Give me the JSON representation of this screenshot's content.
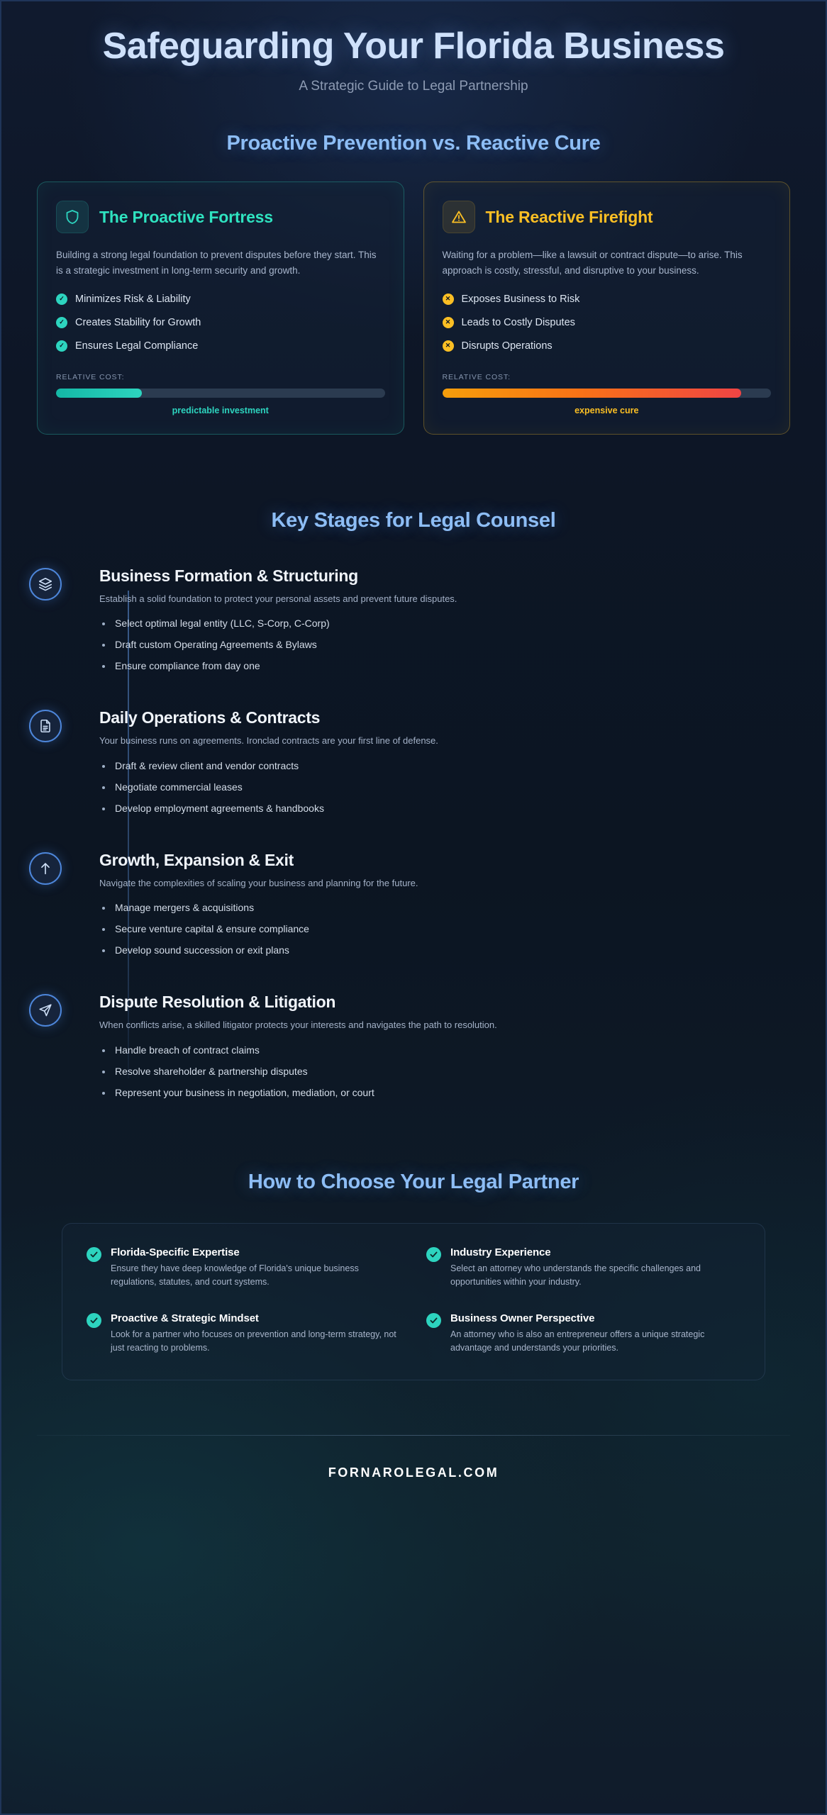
{
  "header": {
    "title": "Safeguarding Your Florida Business",
    "subtitle": "A Strategic Guide to Legal Partnership"
  },
  "comparison": {
    "heading": "Proactive Prevention vs. Reactive Cure",
    "cost_label": "RELATIVE COST:",
    "proactive": {
      "icon": "shield-icon",
      "title": "The Proactive Fortress",
      "description": "Building a strong legal foundation to prevent disputes before they start. This is a strategic investment in long-term security and growth.",
      "points": [
        "Minimizes Risk & Liability",
        "Creates Stability for Growth",
        "Ensures Legal Compliance"
      ],
      "cost_percent": 26,
      "cost_note": "predictable investment",
      "accent": "#2dd4bf"
    },
    "reactive": {
      "icon": "warning-triangle-icon",
      "title": "The Reactive Firefight",
      "description": "Waiting for a problem—like a lawsuit or contract dispute—to arise. This approach is costly, stressful, and disruptive to your business.",
      "points": [
        "Exposes Business to Risk",
        "Leads to Costly Disputes",
        "Disrupts Operations"
      ],
      "cost_percent": 91,
      "cost_note": "expensive cure",
      "accent": "#fbbf24"
    }
  },
  "stages": {
    "heading": "Key Stages for Legal Counsel",
    "items": [
      {
        "icon": "layers-icon",
        "title": "Business Formation & Structuring",
        "description": "Establish a solid foundation to protect your personal assets and prevent future disputes.",
        "bullets": [
          "Select optimal legal entity (LLC, S-Corp, C-Corp)",
          "Draft custom Operating Agreements & Bylaws",
          "Ensure compliance from day one"
        ]
      },
      {
        "icon": "document-icon",
        "title": "Daily Operations & Contracts",
        "description": "Your business runs on agreements. Ironclad contracts are your first line of defense.",
        "bullets": [
          "Draft & review client and vendor contracts",
          "Negotiate commercial leases",
          "Develop employment agreements & handbooks"
        ]
      },
      {
        "icon": "arrow-up-icon",
        "title": "Growth, Expansion & Exit",
        "description": "Navigate the complexities of scaling your business and planning for the future.",
        "bullets": [
          "Manage mergers & acquisitions",
          "Secure venture capital & ensure compliance",
          "Develop sound succession or exit plans"
        ]
      },
      {
        "icon": "send-icon",
        "title": "Dispute Resolution & Litigation",
        "description": "When conflicts arise, a skilled litigator protects your interests and navigates the path to resolution.",
        "bullets": [
          "Handle breach of contract claims",
          "Resolve shareholder & partnership disputes",
          "Represent your business in negotiation, mediation, or court"
        ]
      }
    ]
  },
  "choose": {
    "heading": "How to Choose Your Legal Partner",
    "items": [
      {
        "title": "Florida-Specific Expertise",
        "description": "Ensure they have deep knowledge of Florida's unique business regulations, statutes, and court systems."
      },
      {
        "title": "Industry Experience",
        "description": "Select an attorney who understands the specific challenges and opportunities within your industry."
      },
      {
        "title": "Proactive & Strategic Mindset",
        "description": "Look for a partner who focuses on prevention and long-term strategy, not just reacting to problems."
      },
      {
        "title": "Business Owner Perspective",
        "description": "An attorney who is also an entrepreneur offers a unique strategic advantage and understands your priorities."
      }
    ]
  },
  "footer": {
    "text": "FORNAROLEGAL.COM"
  }
}
